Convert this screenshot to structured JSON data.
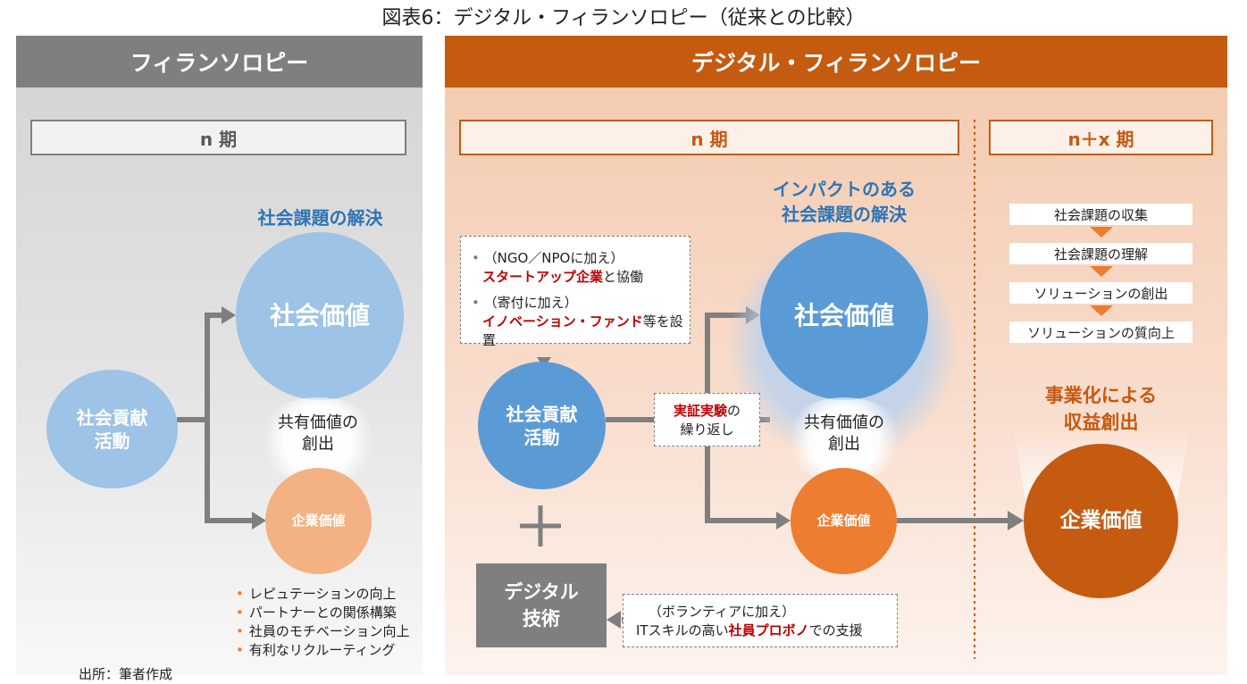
{
  "title": "図表6：デジタル・フィランソロピー（従来との比較）",
  "left": {
    "header": "フィランソロピー",
    "period": "n 期",
    "social_issue": "社会課題の解決",
    "social_value": "社会価値",
    "contribution": [
      "社会貢献",
      "活動"
    ],
    "shared_value": [
      "共有価値の",
      "創出"
    ],
    "corporate_value": "企業価値",
    "bullets": [
      "レピュテーションの向上",
      "パートナーとの関係構築",
      "社員のモチベーション向上",
      "有利なリクルーティング"
    ]
  },
  "right": {
    "header": "デジタル・フィランソロピー",
    "period_n": "n 期",
    "period_nx": "n＋x 期",
    "impact": [
      "インパクトのある",
      "社会課題の解決"
    ],
    "social_value": "社会価値",
    "contribution": [
      "社会貢献",
      "活動"
    ],
    "shared_value": [
      "共有価値の",
      "創出"
    ],
    "corporate_value": "企業価値",
    "note1": {
      "line1": "（NGO／NPOに加え）",
      "line2_red": "スタートアップ企業",
      "line2_rest": "と協働",
      "line3": "（寄付に加え）",
      "line4_red": "イノベーション・ファンド",
      "line4_rest": "等を設置"
    },
    "experiment": {
      "red": "実証実験",
      "rest1": "の",
      "rest2": "繰り返し"
    },
    "plus": "＋",
    "digital": [
      "デジタル",
      "技術"
    ],
    "probono": {
      "line1": "（ボランティアに加え）",
      "line2_a": "ITスキルの高い",
      "line2_red": "社員プロボノ",
      "line2_b": "での支援"
    },
    "steps": [
      "社会課題の収集",
      "社会課題の理解",
      "ソリューションの創出",
      "ソリューションの質向上"
    ],
    "commercial": [
      "事業化による",
      "収益創出"
    ],
    "corporate_value_big": "企業価値"
  },
  "source": "出所：筆者作成",
  "colors": {
    "gray": "#7f7f7f",
    "orange": "#c55a11",
    "light_orange": "#ed7d31",
    "blue": "#5b9bd5",
    "light_blue": "#9dc3e6",
    "peach": "#f4b183"
  }
}
